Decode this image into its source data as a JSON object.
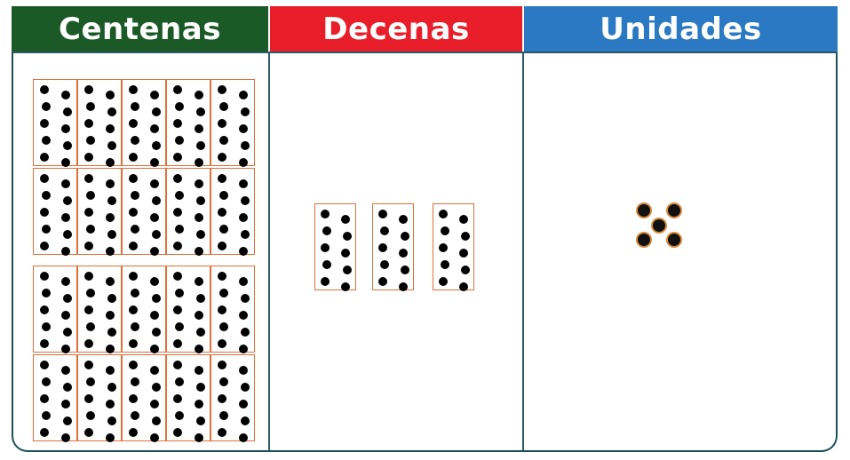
{
  "columns": {
    "centenas": {
      "label": "Centenas",
      "color": "#1b5a27",
      "blocks": 20
    },
    "decenas": {
      "label": "Decenas",
      "color": "#e81f2a",
      "blocks": 3
    },
    "unidades": {
      "label": "Unidades",
      "color": "#2a79c2",
      "dots": 5
    }
  },
  "colors": {
    "card_border": "#e0703a",
    "dot": "#000000",
    "board_border": "#1d4f5a"
  }
}
